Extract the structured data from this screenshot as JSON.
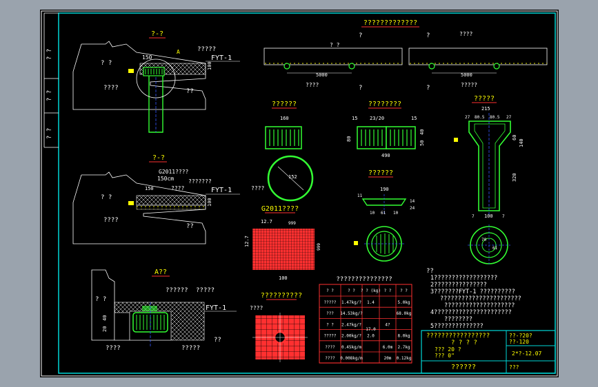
{
  "side_labels": [
    "? ?",
    "? ?",
    "? ?"
  ],
  "views": {
    "section1": {
      "title": "?-?",
      "labels": {
        "tl": "150",
        "a": "A",
        "q5": "?????",
        "fyt": "FYT-1",
        "qq": "? ?",
        "q4": "????",
        "qr": "??",
        "d100": "100"
      }
    },
    "section2": {
      "title": "?-?",
      "labels": {
        "g": "G2011????",
        "dim": "150cm",
        "q7": "???????",
        "q4": "????",
        "fyt": "FYT-1",
        "qq": "? ?",
        "q4b": "????",
        "qr": "??",
        "d100": "100",
        "d150": "150"
      }
    },
    "detailA": {
      "title": "A??",
      "labels": {
        "q6": "??????",
        "q5": "?????",
        "fyt": "FYT-1",
        "qq": "? ?",
        "q4l": "????",
        "q5b": "?????",
        "qr": "??",
        "d20": "20",
        "d40": "40"
      }
    },
    "plan": {
      "title": "?????????????",
      "labels": {
        "q1": "?",
        "q2": "?",
        "q3": "?",
        "q4": "?",
        "d5000a": "5000",
        "d5000b": "5000",
        "q4a": "????",
        "q5a": "?????",
        "qa": "? ?",
        "qb": "????"
      }
    },
    "cover": {
      "title": "??????",
      "labels": {
        "d160": "160",
        "q4": "????",
        "d152": "152"
      }
    },
    "grate": {
      "title": "????????",
      "labels": {
        "d2320": "23/20",
        "d15a": "15",
        "d15b": "15",
        "d80": "80",
        "d490": "490",
        "d40": "40",
        "d50": "50"
      }
    },
    "funnel": {
      "title": "?????",
      "labels": {
        "d215": "215",
        "d27a": "27",
        "d805a": "80.5",
        "d805b": "80.5",
        "d27b": "27",
        "d60": "60",
        "d140": "140",
        "d320": "320",
        "d7a": "7",
        "d100": "100",
        "d7b": "7"
      }
    },
    "cap": {
      "title": "??????",
      "labels": {
        "d190": "190",
        "d11": "11",
        "d14": "14",
        "d10a": "10",
        "d61": "61",
        "d10b": "10",
        "d24": "24"
      }
    },
    "mesh": {
      "title": "G2011????",
      "labels": {
        "d127a": "12.7",
        "d999": "999",
        "d127b": "12.7",
        "d100": "100",
        "d999b": "999"
      }
    },
    "netdetail": {
      "title": "??????????",
      "labels": {
        "q4": "????"
      }
    },
    "funnel_plan": {
      "labels": {
        "d70": "70",
        "d61": "61"
      }
    }
  },
  "table": {
    "title": "???????????????",
    "headers": [
      "? ?",
      "? ?",
      "? ? (kg)",
      "? ?",
      "? ?"
    ],
    "rows": [
      [
        "?????",
        "1.47kg/?",
        "1.4",
        "",
        "5.0kg"
      ],
      [
        "???",
        "14.53kg/?",
        "",
        "",
        "68.0kg"
      ],
      [
        "? ?",
        "2.47kg/?",
        "",
        "4?",
        ""
      ],
      [
        "?????",
        "2.00kg/?",
        "2.0",
        "",
        "8.0kg"
      ],
      [
        "????",
        "0.45kg/m",
        "",
        "6.0m",
        "2.7kg"
      ],
      [
        "????",
        "0.008kg/m",
        "",
        "20m",
        "0.12kg"
      ]
    ],
    "merged_mid": "17.0"
  },
  "notes": {
    "head": "??",
    "lines": [
      "1??????????????????",
      "2???????????????",
      "3???????FYT-1 ??????????",
      "???????????????????????",
      "????????????????????",
      "4??????????????????????",
      "????????",
      "5??????????????"
    ]
  },
  "title_block": {
    "main": "?????????????????",
    "sub1": "?      ?     ?     ?",
    "sub2": "???   20  ?",
    "sub3": "???   0\"",
    "drawing_name": "??????",
    "no1": "??-?20?",
    "no2": "??-120",
    "date": "2*?-12.07",
    "last": "???"
  },
  "colors": {
    "frame": "#00d8d8",
    "line": "#ffffff",
    "title": "#ffff00",
    "green": "#33ff33",
    "red": "#ff3030",
    "blue": "#3355ff"
  }
}
